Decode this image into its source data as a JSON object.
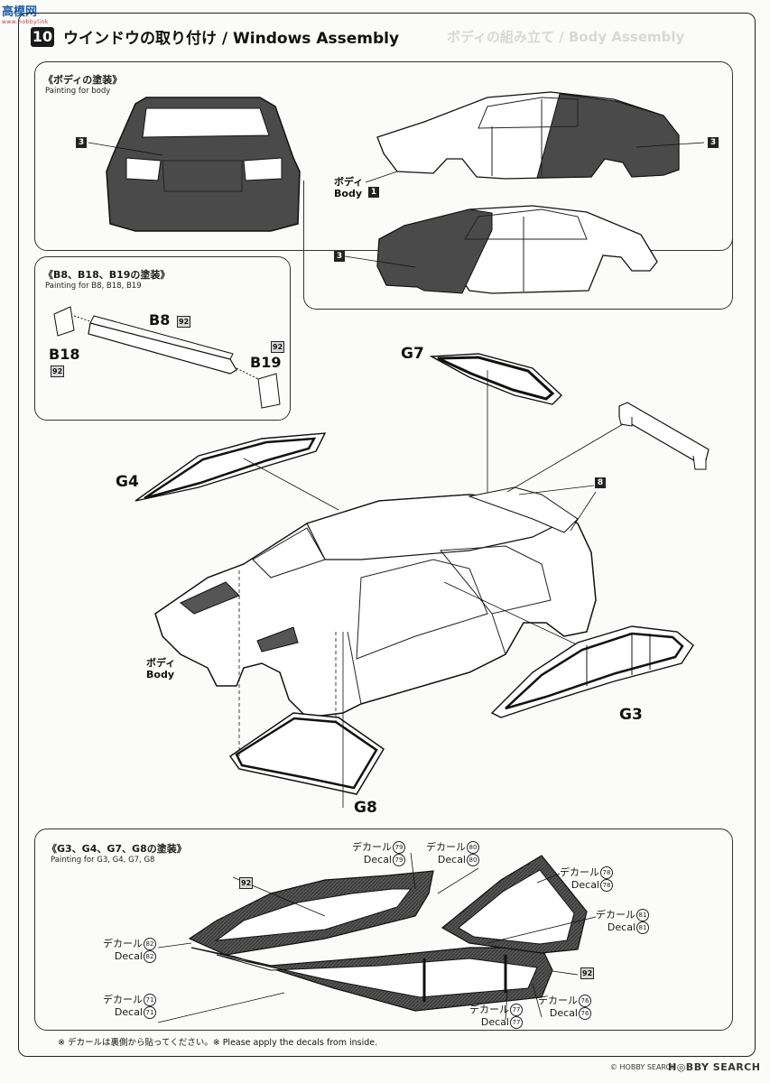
{
  "header": {
    "logo_main": "高模网",
    "logo_sub": "www.hobbylink",
    "step_number": "10",
    "title": "ウインドウの取り付け / Windows Assembly",
    "ghost_text": "ボディの組み立て / Body Assembly"
  },
  "body_paint": {
    "title": "《ボディの塗装》",
    "subtitle": "Painting for body",
    "body_label_jp": "ボディ",
    "body_label_en": "Body",
    "body_part_no": "1",
    "paint_no": "3"
  },
  "b_paint": {
    "title": "《B8、B18、B19の塗装》",
    "subtitle": "Painting for B8, B18, B19",
    "b8": "B8",
    "b18": "B18",
    "b19": "B19",
    "paint": "92"
  },
  "assembly": {
    "g7": "G7",
    "g4": "G4",
    "g3": "G3",
    "g8": "G8",
    "body_jp": "ボディ",
    "body_en": "Body",
    "spoiler_paint": "8"
  },
  "glass_paint": {
    "title": "《G3、G4、G7、G8の塗装》",
    "subtitle": "Painting for G3, G4, G7, G8",
    "paint": "92",
    "decals": [
      {
        "jp": "デカール",
        "en": "Decal",
        "no": "79"
      },
      {
        "jp": "デカール",
        "en": "Decal",
        "no": "80"
      },
      {
        "jp": "デカール",
        "en": "Decal",
        "no": "78"
      },
      {
        "jp": "デカール",
        "en": "Decal",
        "no": "81"
      },
      {
        "jp": "デカール",
        "en": "Decal",
        "no": "82"
      },
      {
        "jp": "デカール",
        "en": "Decal",
        "no": "71"
      },
      {
        "jp": "デカール",
        "en": "Decal",
        "no": "77"
      },
      {
        "jp": "デカール",
        "en": "Decal",
        "no": "76"
      }
    ]
  },
  "note": "※ デカールは裏側から貼ってください。※ Please apply the decals from inside.",
  "footer": {
    "copyright": "© HOBBY SEARCH",
    "brand": "H◎BBY SEARCH"
  }
}
